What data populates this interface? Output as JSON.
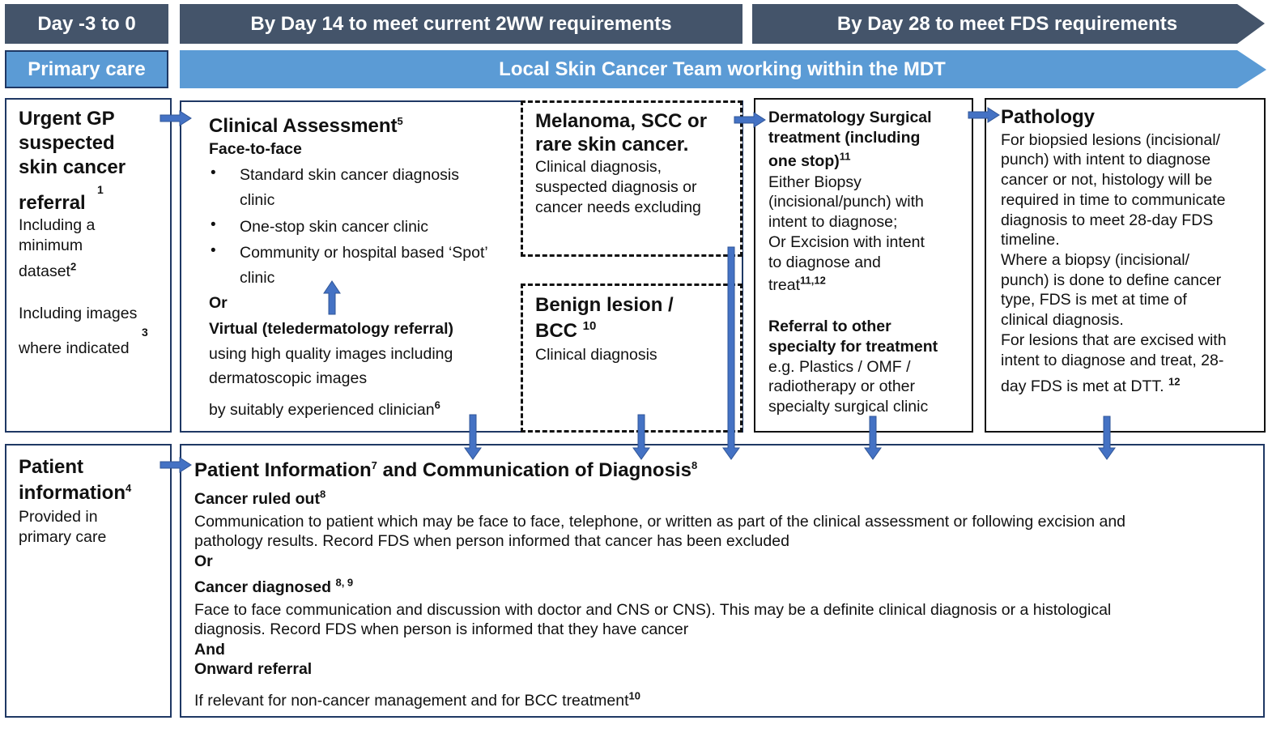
{
  "headers": {
    "day_0": "Day -3 to 0",
    "day_14": "By Day 14 to meet current 2WW requirements",
    "day_28": "By Day 28 to meet FDS requirements"
  },
  "subheaders": {
    "primary_care": "Primary care",
    "local_team": "Local Skin Cancer Team working within the MDT"
  },
  "gp_referral": {
    "title1": "Urgent GP",
    "title2": "suspected",
    "title3": "skin cancer",
    "title4": "referral",
    "title4_sup": "1",
    "line1": "Including a",
    "line2": "minimum",
    "line3": "dataset",
    "line3_sup": "2",
    "line4": "Including images",
    "line4_sup": "3",
    "line5": "where indicated"
  },
  "clinical_assessment": {
    "title": "Clinical Assessment",
    "title_sup": "5",
    "face": "Face-to-face",
    "bullet1_a": "Standard skin cancer diagnosis",
    "bullet1_b": "clinic",
    "bullet2": "One-stop skin cancer clinic",
    "bullet3_a": "Community or hospital based ‘Spot’",
    "bullet3_b": "clinic",
    "or": "Or",
    "virtual": "Virtual (teledermatology referral)",
    "virtual_1": "using high quality images including",
    "virtual_2": "dermatoscopic images",
    "virtual_3": "by suitably experienced clinician",
    "virtual_3_sup": "6"
  },
  "melanoma": {
    "title1": "Melanoma, SCC or",
    "title2": "rare skin cancer.",
    "line1": "Clinical diagnosis,",
    "line2": "suspected diagnosis or",
    "line3": "cancer needs excluding"
  },
  "benign": {
    "title1": "Benign lesion /",
    "title2": "BCC",
    "title2_sup": "10",
    "line1": "Clinical diagnosis"
  },
  "dermatology": {
    "title1": "Dermatology Surgical",
    "title2": "treatment (including",
    "title3": "one stop)",
    "title3_sup": "11",
    "line1": "Either Biopsy",
    "line2": "(incisional/punch) with",
    "line3": "intent to diagnose;",
    "line4": "Or Excision with intent",
    "line5": "to diagnose and",
    "line6": "treat",
    "line6_sup": "11,12",
    "ref1": "Referral to other",
    "ref2": "specialty for treatment",
    "ref3": "e.g. Plastics / OMF /",
    "ref4": "radiotherapy or other",
    "ref5": "specialty surgical clinic"
  },
  "pathology": {
    "title": "Pathology",
    "l1": "For biopsied lesions (incisional/",
    "l2": "punch) with intent to diagnose",
    "l3": "cancer or not, histology will be",
    "l4": "required in time to communicate",
    "l5": "diagnosis to meet 28-day FDS",
    "l6": "timeline.",
    "l7": "Where a biopsy (incisional/",
    "l8": "punch) is done to define cancer",
    "l9": "type, FDS is met at time of",
    "l10": "clinical diagnosis.",
    "l11": "For lesions that are excised with",
    "l12": "intent to diagnose and treat, 28-",
    "l13": "day FDS is met at DTT.",
    "l13_sup": "12"
  },
  "patient_info_primary": {
    "title1": "Patient",
    "title2": "information",
    "title2_sup": "4",
    "line1": "Provided in",
    "line2": "primary care"
  },
  "communication": {
    "title_a": "Patient Information",
    "title_a_sup": "7",
    "title_b": " and Communication of Diagnosis",
    "title_b_sup": "8",
    "ruled_out": "Cancer ruled out",
    "ruled_out_sup": "8",
    "ruled_out_1": "Communication to patient which may be face to face, telephone, or written as part of the clinical assessment or following excision and",
    "ruled_out_2": "pathology results. Record FDS when person informed that cancer has been excluded",
    "or": "Or",
    "diagnosed": "Cancer diagnosed",
    "diagnosed_sup": "8, 9",
    "diagnosed_1": "Face to face communication and discussion with doctor and CNS or CNS). This may be a definite clinical diagnosis or a histological",
    "diagnosed_2": "diagnosis. Record FDS when person is informed that they have cancer",
    "and": "And",
    "onward": "Onward referral",
    "onward_1": "If relevant for non-cancer management and for BCC treatment",
    "onward_1_sup": "10"
  },
  "colors": {
    "header_dark": "#44546a",
    "header_blue": "#5b9bd5",
    "border_navy": "#1f3864",
    "arrow_blue": "#4472c4"
  }
}
